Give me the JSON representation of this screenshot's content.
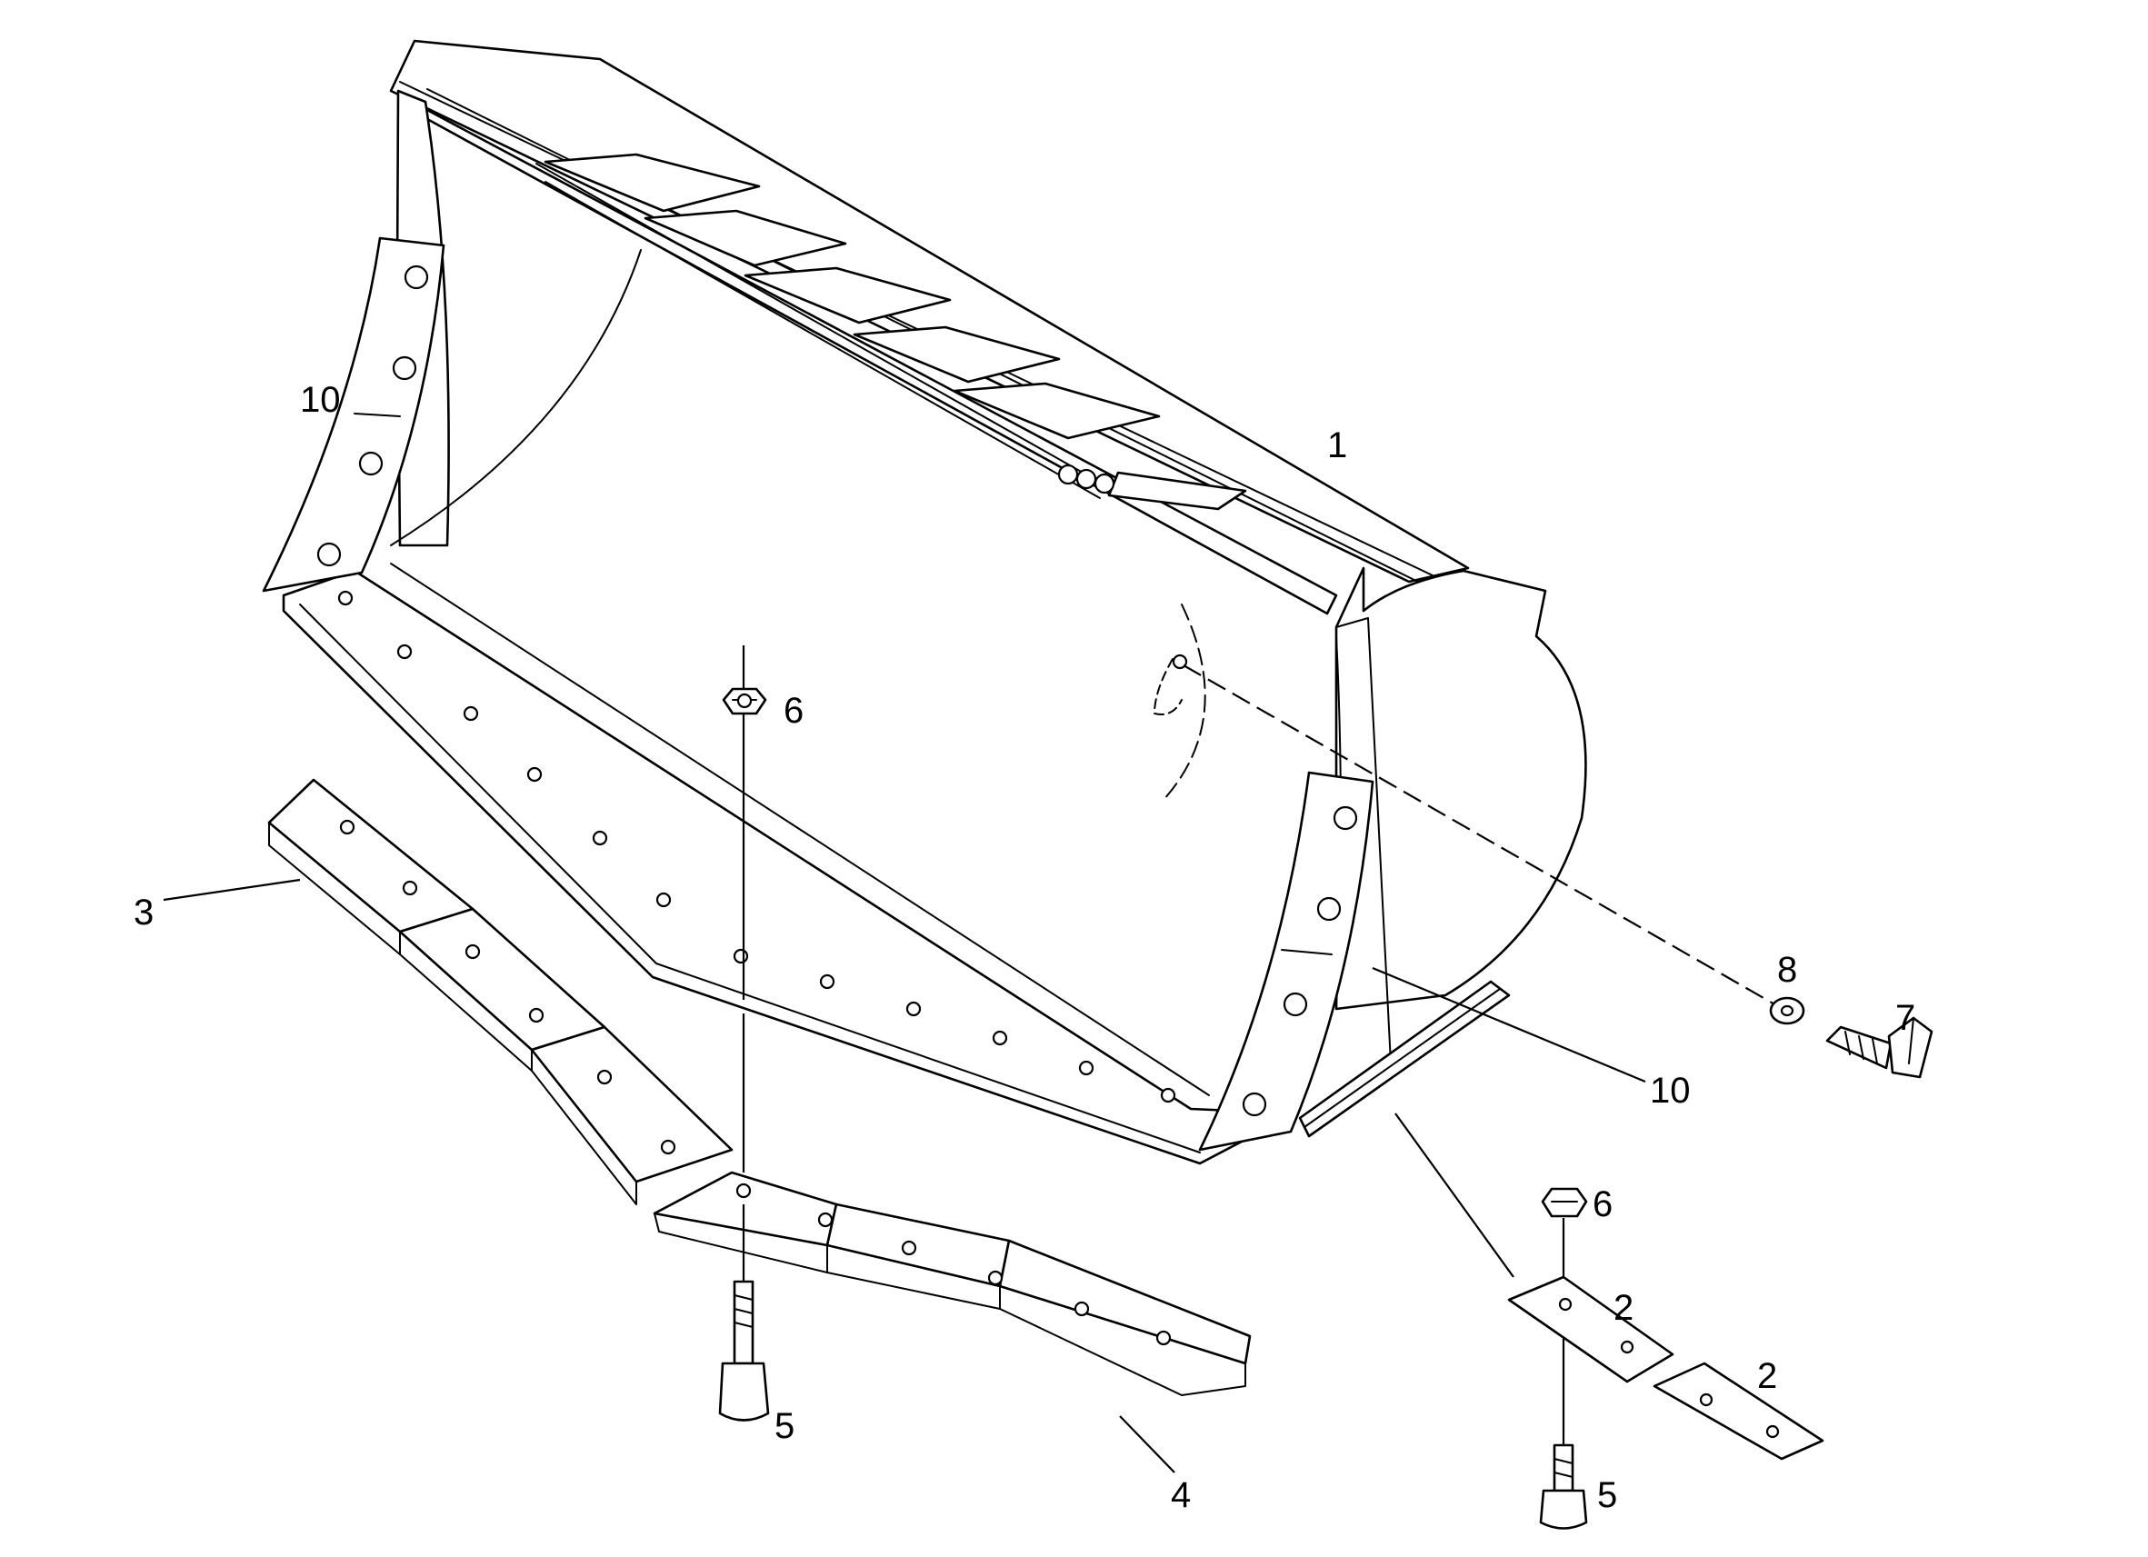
{
  "callouts": {
    "bucket": "1",
    "plate_right_a": "2",
    "plate_right_b": "2",
    "cutting_edge_left": "3",
    "cutting_edge_center": "4",
    "bolt_center": "5",
    "bolt_right": "5",
    "nut_center": "6",
    "nut_right": "6",
    "bolt_side": "7",
    "washer_side": "8",
    "side_cutter_left": "10",
    "side_cutter_right": "10"
  }
}
